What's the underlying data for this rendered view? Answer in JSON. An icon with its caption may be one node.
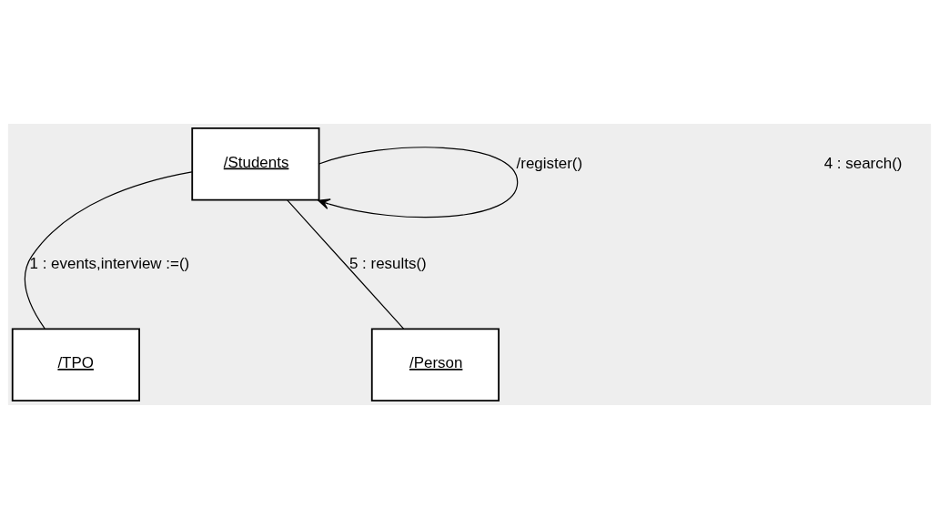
{
  "diagram": {
    "nodes": [
      {
        "text": [
          "/Students"
        ]
      },
      {
        "text": [
          "/TPO"
        ]
      },
      {
        "text": [
          "/Person"
        ]
      }
    ],
    "edges": [
      {
        "from": 0,
        "to": 0,
        "arrow": "to",
        "label": "/register()"
      },
      {
        "from": 0,
        "to": 1,
        "arrow": "none",
        "label": "1 : events,interview :=()"
      },
      {
        "from": 0,
        "to": 2,
        "arrow": "none",
        "label": "5 : results()"
      }
    ],
    "labels": [
      "4 : search()"
    ]
  }
}
